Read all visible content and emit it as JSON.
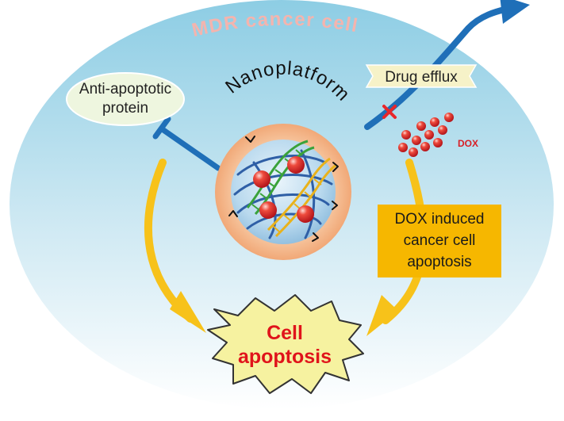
{
  "cell": {
    "title": "MDR cancer cell"
  },
  "nanoplatform": {
    "label": "Nanoplatform"
  },
  "anti_apoptotic": {
    "line1": "Anti-apoptotic",
    "line2": "protein"
  },
  "drug_efflux": {
    "label": "Drug efflux"
  },
  "dox": {
    "label": "DOX"
  },
  "dox_induced": {
    "line1": "DOX induced",
    "line2": "cancer cell",
    "line3": "apoptosis"
  },
  "apoptosis": {
    "line1": "Cell",
    "line2": "apoptosis"
  },
  "colors": {
    "cell_top": "#8fcfe6",
    "cell_bottom": "#ffffff",
    "title_pink": "#f4b6b2",
    "blue_arrow": "#1f6fb8",
    "yellow_arrow": "#f7c21a",
    "inhibit_red": "#e8262a",
    "dox_red": "#d81f26",
    "label_orange": "#f6b700",
    "apoptosis_fill": "#f6f2a0",
    "apoptosis_text": "#e0141b"
  }
}
